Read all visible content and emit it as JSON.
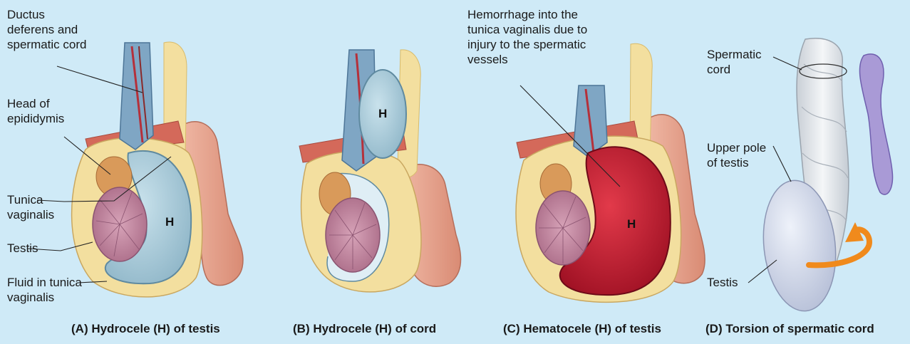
{
  "labels": {
    "ductus": "Ductus deferens and spermatic cord",
    "ductus_lines": [
      "Ductus",
      "deferens and",
      "spermatic cord"
    ],
    "head_lines": [
      "Head of",
      "epididymis"
    ],
    "tunica_lines": [
      "Tunica",
      "vaginalis"
    ],
    "testis": "Testis",
    "fluid_lines": [
      "Fluid in tunica",
      "vaginalis"
    ],
    "hemorrhage_lines": [
      "Hemorrhage into the",
      "tunica vaginalis due to",
      "injury to the spermatic",
      "vessels"
    ],
    "cord_lines": [
      "Spermatic",
      "cord"
    ],
    "upper_pole_lines": [
      "Upper pole",
      "of testis"
    ],
    "testis_d": "Testis",
    "h": "H"
  },
  "captions": {
    "a": "(A) Hydrocele (H) of testis",
    "b": "(B) Hydrocele (H) of cord",
    "c": "(C) Hematocele (H) of testis",
    "d": "(D) Torsion of spermatic cord"
  },
  "colors": {
    "background": "#cfeaf7",
    "fluid": "#a9cbdb",
    "blood": "#c2142c",
    "skin": "#e9a894",
    "fat": "#f3df9f",
    "muscle": "#d4695a",
    "testis": "#c68aa2",
    "epididymis": "#d99a5a",
    "cord_white": "#eef1f4",
    "torsion_arrow": "#f08a1c"
  }
}
